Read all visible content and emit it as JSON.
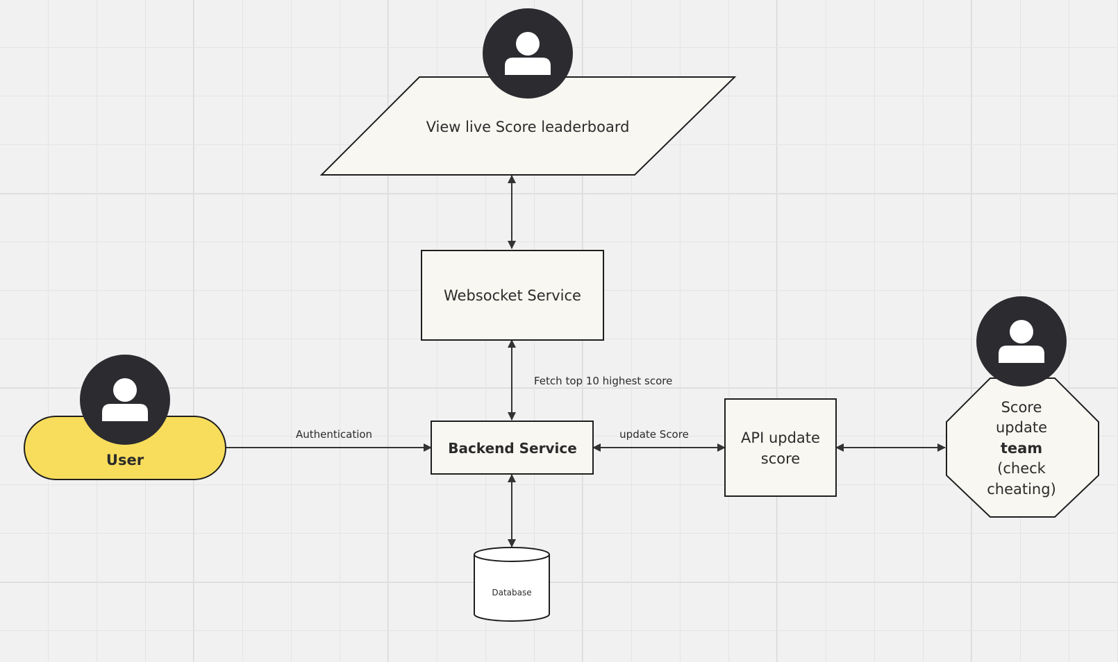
{
  "diagram": {
    "nodes": {
      "leaderboard": {
        "label": "View live Score leaderboard",
        "shape": "parallelogram"
      },
      "websocket": {
        "label": "Websocket Service",
        "shape": "rectangle"
      },
      "backend": {
        "label": "Backend Service",
        "shape": "rectangle"
      },
      "api_update": {
        "label_line1": "API update",
        "label_line2": "score",
        "shape": "rectangle"
      },
      "score_team": {
        "label_line1": "Score",
        "label_line2": "update",
        "label_line3": "team",
        "label_line4": "(check",
        "label_line5": "cheating)",
        "shape": "octagon"
      },
      "user": {
        "label": "User",
        "shape": "stadium"
      },
      "database": {
        "label": "Database",
        "shape": "cylinder"
      }
    },
    "edges": {
      "fetch_top": {
        "label": "Fetch top 10 highest score"
      },
      "authentication": {
        "label": "Authentication"
      },
      "update_score": {
        "label": "update Score"
      }
    },
    "avatars": [
      {
        "name": "person-icon",
        "attached_to": "leaderboard"
      },
      {
        "name": "person-icon",
        "attached_to": "user"
      },
      {
        "name": "person-icon",
        "attached_to": "score_team"
      }
    ]
  },
  "colors": {
    "canvas_background": "#f1f1f1",
    "node_fill": "#f8f7f1",
    "node_stroke": "#1e1e1e",
    "user_fill": "#f8dd5c",
    "avatar_fill": "#2b2b30",
    "avatar_glyph": "#ffffff",
    "connector": "#333333"
  }
}
